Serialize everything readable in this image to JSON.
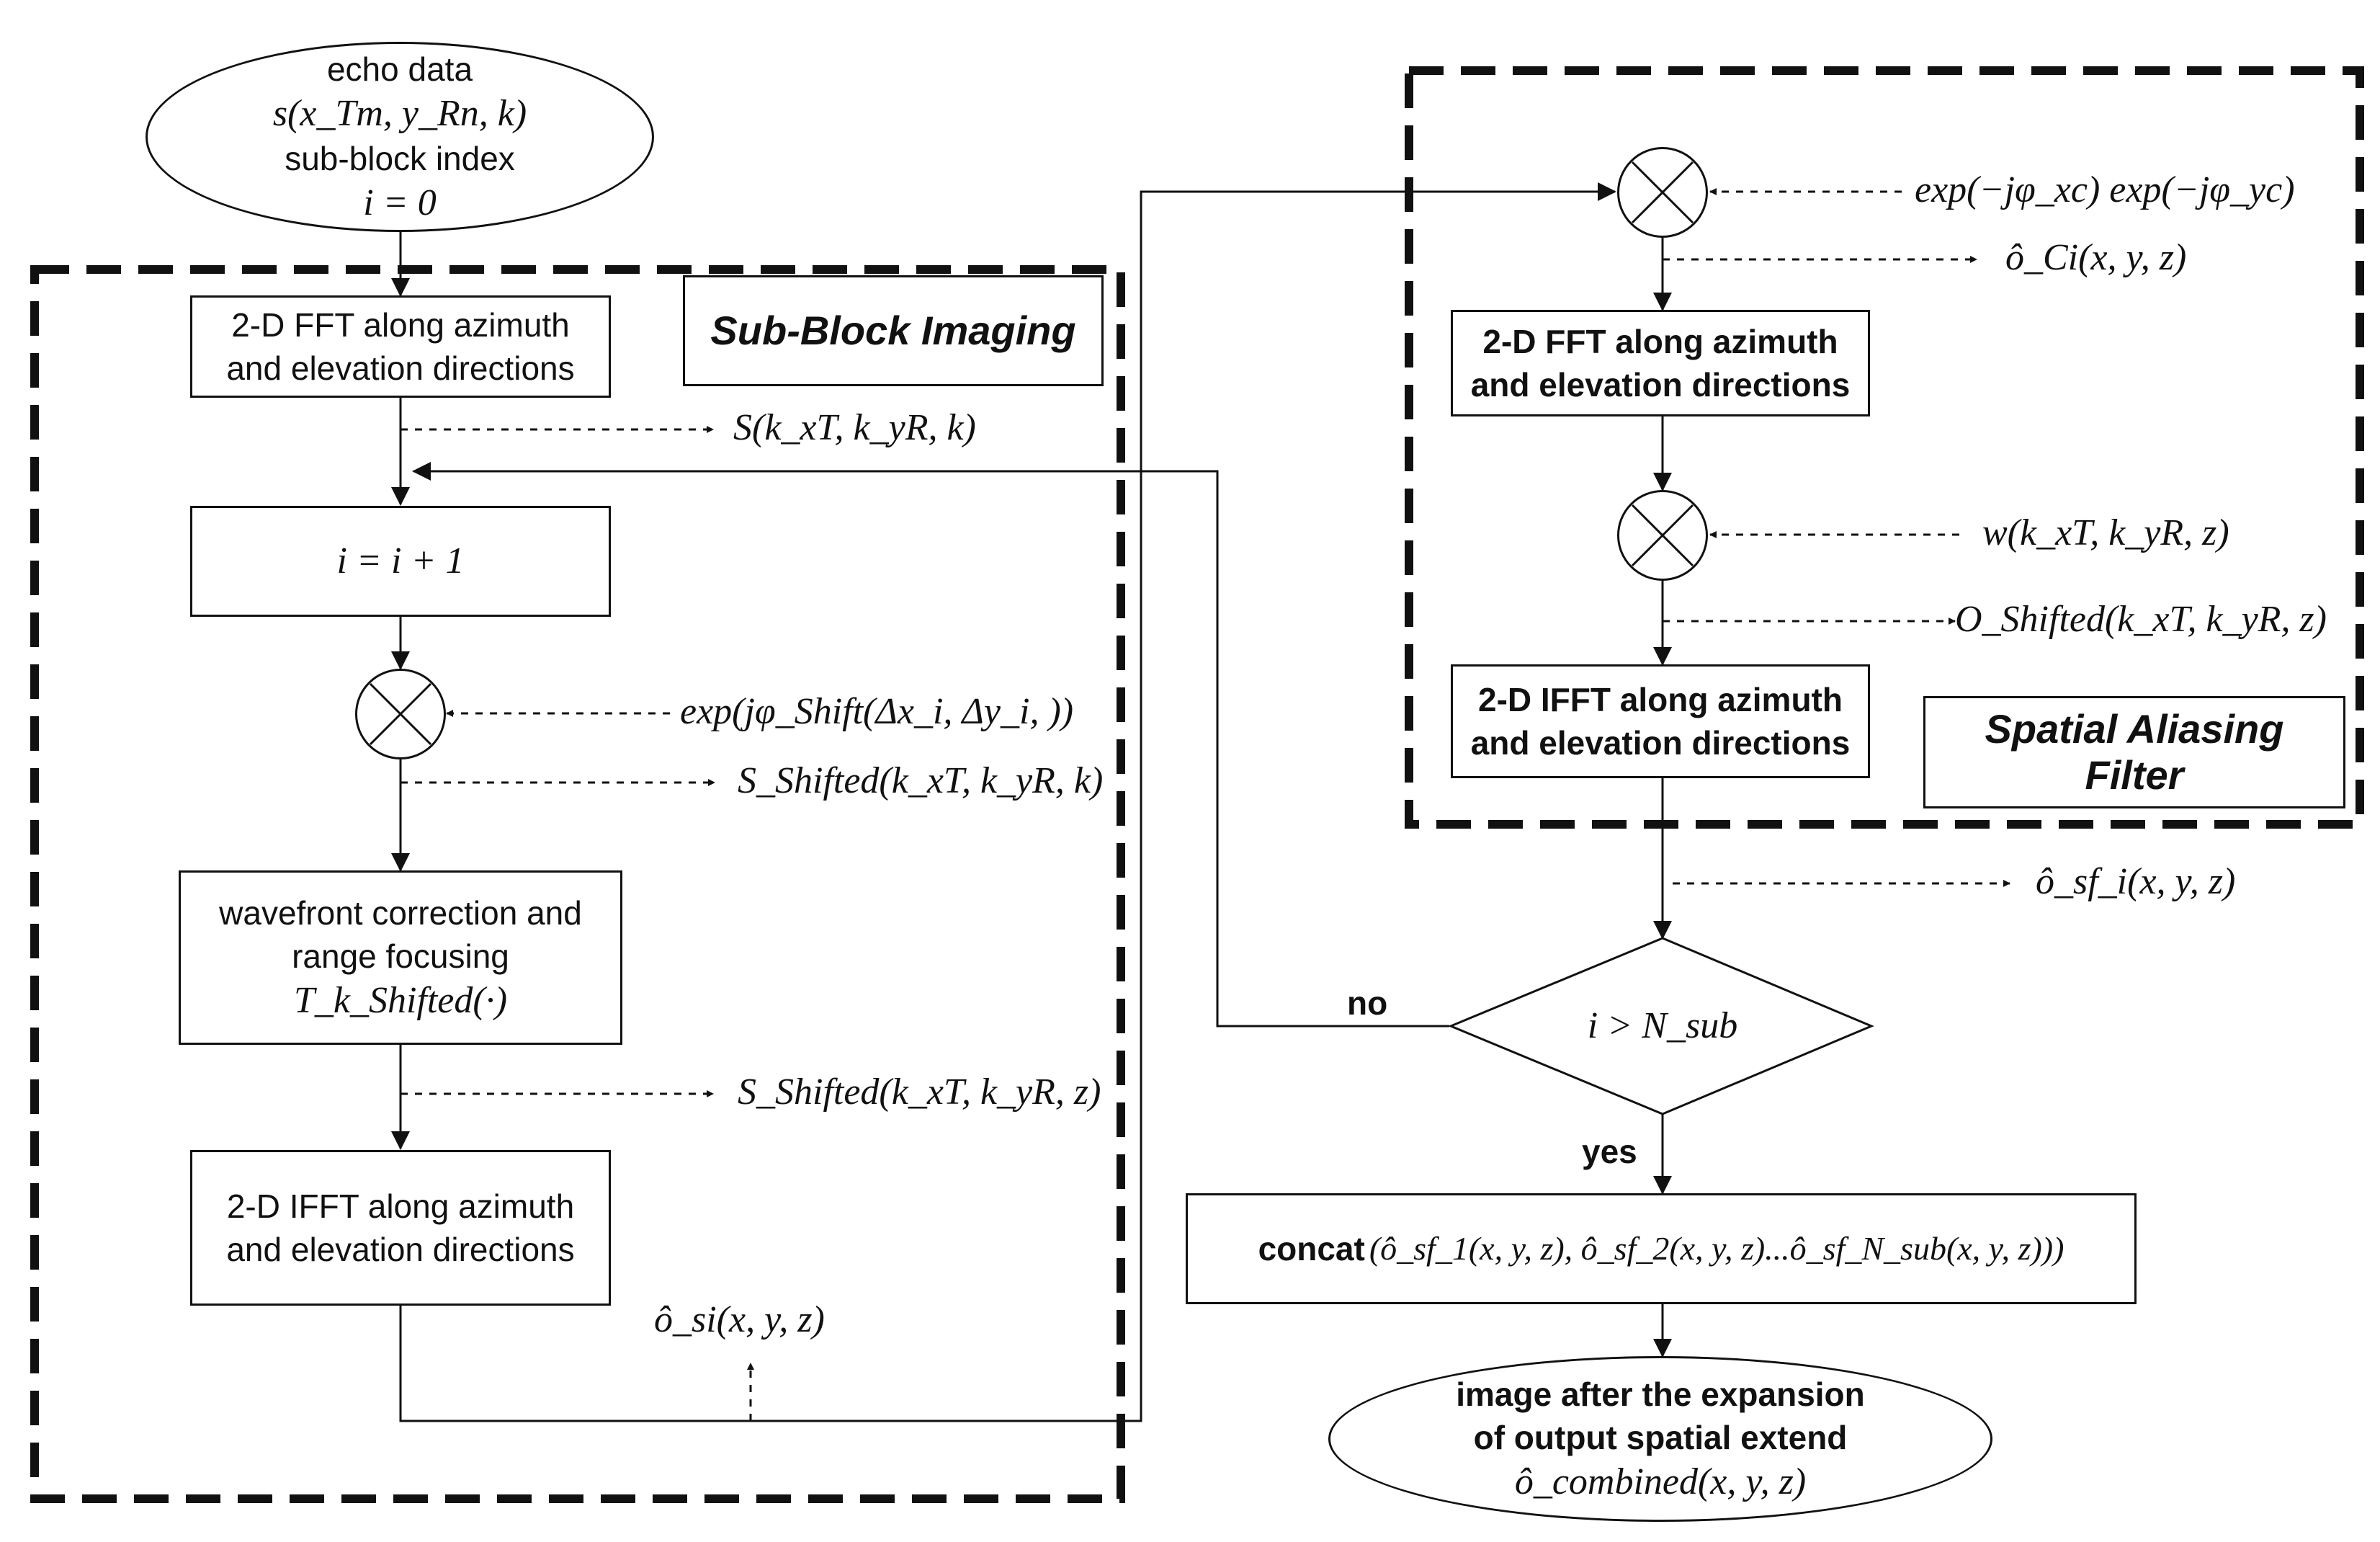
{
  "start": {
    "line1": "echo data",
    "line2": "s(x_Tm, y_Rn, k)",
    "line3": "sub-block index",
    "line4": "i = 0"
  },
  "sub_block": {
    "title": "Sub-Block Imaging",
    "fft_box": {
      "line1": "2-D FFT along azimuth",
      "line2": "and elevation directions"
    },
    "fft_output": "S(k_xT, k_yR, k)",
    "increment_box": "i = i + 1",
    "shift_phase": "exp(jφ_Shift(Δx_i, Δy_i, ))",
    "shifted_output": "S_Shifted(k_xT, k_yR, k)",
    "wavefront_box": {
      "line1": "wavefront correction and",
      "line2": "range focusing",
      "line3": "T_k_Shifted(·)"
    },
    "wavefront_output": "S_Shifted(k_xT, k_yR, z)",
    "ifft_box": {
      "line1": "2-D IFFT along azimuth",
      "line2": "and elevation directions"
    },
    "ifft_output": "ô_si(x, y, z)"
  },
  "filter": {
    "title_line1": "Spatial Aliasing",
    "title_line2": "Filter",
    "phase_input": "exp(−jφ_xc) exp(−jφ_yc)",
    "phase_output": "ô_Ci(x, y, z)",
    "fft_box": {
      "line1": "2-D FFT along azimuth",
      "line2": "and elevation directions"
    },
    "window_input": "w(k_xT, k_yR, z)",
    "window_output": "O_Shifted(k_xT, k_yR, z)",
    "ifft_box": {
      "line1": "2-D IFFT along azimuth",
      "line2": "and elevation directions"
    }
  },
  "filter_output": "ô_sf_i(x, y, z)",
  "decision": {
    "condition": "i > N_sub",
    "no_label": "no",
    "yes_label": "yes"
  },
  "concat_box": {
    "keyword": "concat",
    "expr": "(ô_sf_1(x, y, z), ô_sf_2(x, y, z)...ô_sf_N_sub(x, y, z)))"
  },
  "end": {
    "line1": "image after the expansion",
    "line2": "of output spatial extend",
    "line3": "ô_combined(x, y, z)"
  }
}
